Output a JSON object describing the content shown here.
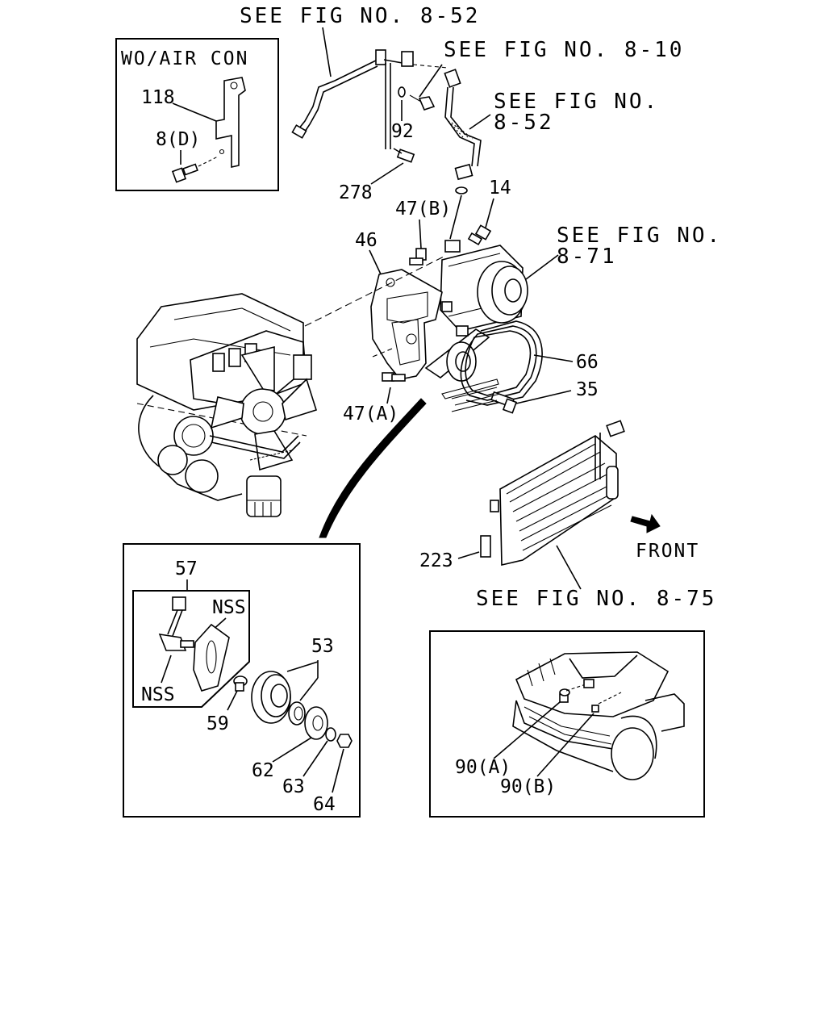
{
  "references": {
    "fig_8_52_top": "SEE FIG NO. 8-52",
    "fig_8_10": "SEE FIG NO. 8-10",
    "fig_8_52_line1": "SEE FIG NO.",
    "fig_8_52_line2": "8-52",
    "fig_8_71_line1": "SEE FIG NO.",
    "fig_8_71_line2": "8-71",
    "fig_8_75": "SEE FIG NO. 8-75"
  },
  "inset_wo_air_con": {
    "title": "WO/AIR CON",
    "part_118": "118",
    "part_8d": "8(D)"
  },
  "parts": {
    "p92": "92",
    "p278": "278",
    "p14": "14",
    "p47b": "47(B)",
    "p46": "46",
    "p66": "66",
    "p35": "35",
    "p47a": "47(A)",
    "p223": "223"
  },
  "front_label": "FRONT",
  "inset_tensioner": {
    "p57": "57",
    "nss_top": "NSS",
    "nss_bottom": "NSS",
    "p53": "53",
    "p59": "59",
    "p62": "62",
    "p63": "63",
    "p64": "64"
  },
  "inset_vehicle": {
    "p90a": "90(A)",
    "p90b": "90(B)"
  },
  "icons": [
    "front-arrow-icon"
  ]
}
